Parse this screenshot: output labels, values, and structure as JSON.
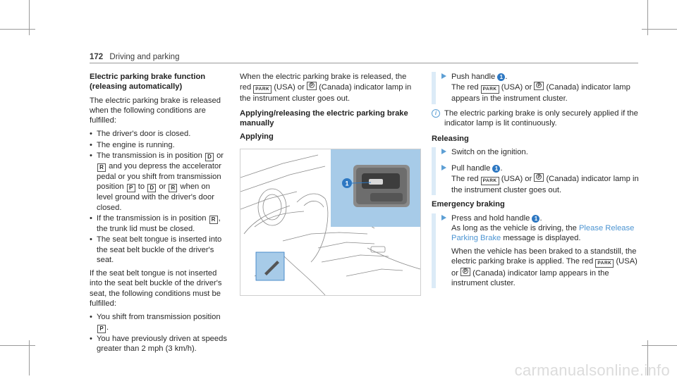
{
  "header": {
    "page_number": "172",
    "section": "Driving and parking"
  },
  "col1": {
    "heading": "Electric parking brake function (releasing automatically)",
    "intro": "The electric parking brake is released when the following conditions are fulfilled:",
    "conditions": [
      "The driver's door is closed.",
      "The engine is running."
    ],
    "cond3": {
      "a": "The transmission is in position",
      "gear_d": "D",
      "or": "or",
      "gear_r": "R",
      "b": "and you depress the accelerator pedal or you shift from transmission position",
      "gear_p": "P",
      "to": "to",
      "gear_d2": "D",
      "or2": "or",
      "gear_r2": "R",
      "c": "when on level ground with the driver's door closed."
    },
    "cond4": {
      "a": "If the transmission is in position",
      "gear_r": "R",
      "b": ", the trunk lid must be closed."
    },
    "cond5": "The seat belt tongue is inserted into the seat belt buckle of the driver's seat.",
    "seatbelt_para": "If the seat belt tongue is not inserted into the seat belt buckle of the driver's seat, the following conditions must be fulfilled:",
    "cond6": {
      "a": "You shift from transmission position",
      "gear_p": "P",
      "b": "."
    },
    "cond7": "You have previously driven at speeds greater than 2 mph (3 km/h)."
  },
  "col2": {
    "para": {
      "a": "When the electric parking brake is released, the red",
      "park": "PARK",
      "b": "(USA) or",
      "c": "(Canada) indicator lamp in the instrument cluster goes out."
    },
    "heading": "Applying/releasing the electric parking brake manually",
    "subheading": "Applying"
  },
  "col3": {
    "apply_step": {
      "a": "Push handle",
      "num": "1",
      "b": ".",
      "c": "The red",
      "park": "PARK",
      "d": "(USA) or",
      "e": "(Canada) indicator lamp appears in the instrument cluster."
    },
    "note": "The electric parking brake is only securely applied if the indicator lamp is lit continuously.",
    "releasing_heading": "Releasing",
    "release_step1": "Switch on the ignition.",
    "release_step2": {
      "a": "Pull handle",
      "num": "1",
      "b": ".",
      "c": "The red",
      "park": "PARK",
      "d": "(USA) or",
      "e": "(Canada) indicator lamp in the instrument cluster goes out."
    },
    "emergency_heading": "Emergency braking",
    "emergency_step": {
      "a": "Press and hold handle",
      "num": "1",
      "b": ".",
      "c": "As long as the vehicle is driving, the",
      "msg": "Please Release Parking Brake",
      "d": "message is displayed."
    },
    "emergency_para": {
      "a": "When the vehicle has been braked to a standstill, the electric parking brake is applied. The red",
      "park": "PARK",
      "b": "(USA) or",
      "c": "(Canada) indicator lamp appears in the instrument cluster."
    }
  },
  "figure": {
    "callout": "1"
  },
  "watermark": "carmanualsonline.info",
  "colors": {
    "accent": "#2e78c2",
    "link": "#4d95d2",
    "step_bar": "#dcebf7",
    "inset": "#a7cbe8"
  }
}
